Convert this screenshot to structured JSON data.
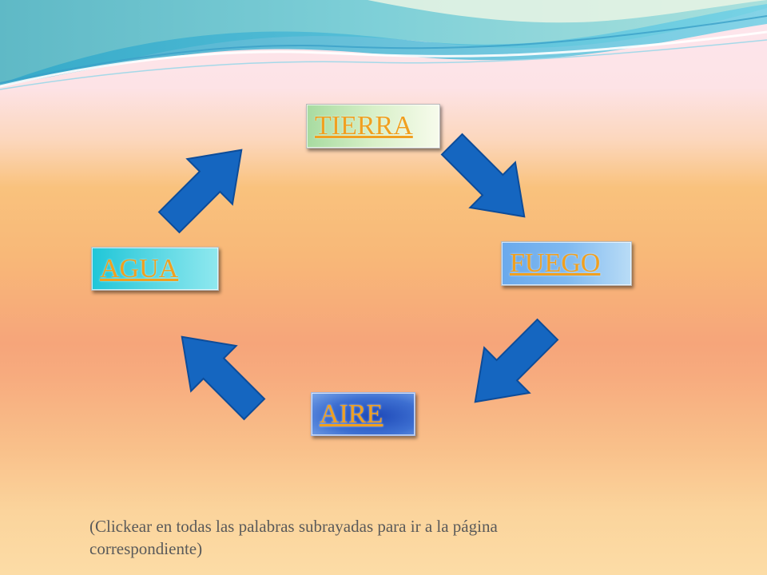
{
  "slide": {
    "labels": {
      "tierra": "TIERRA",
      "fuego": "FUEGO",
      "aire": "AIRE",
      "agua": "AGUA"
    },
    "caption": {
      "line1": "(Clickear en todas las palabras subrayadas para ir a la página",
      "line2": "correspondiente)"
    }
  },
  "icons": {
    "arrow": "thick-block-arrow-icon",
    "arrow_color": "#1566c0",
    "link_color": "#f0a020"
  }
}
